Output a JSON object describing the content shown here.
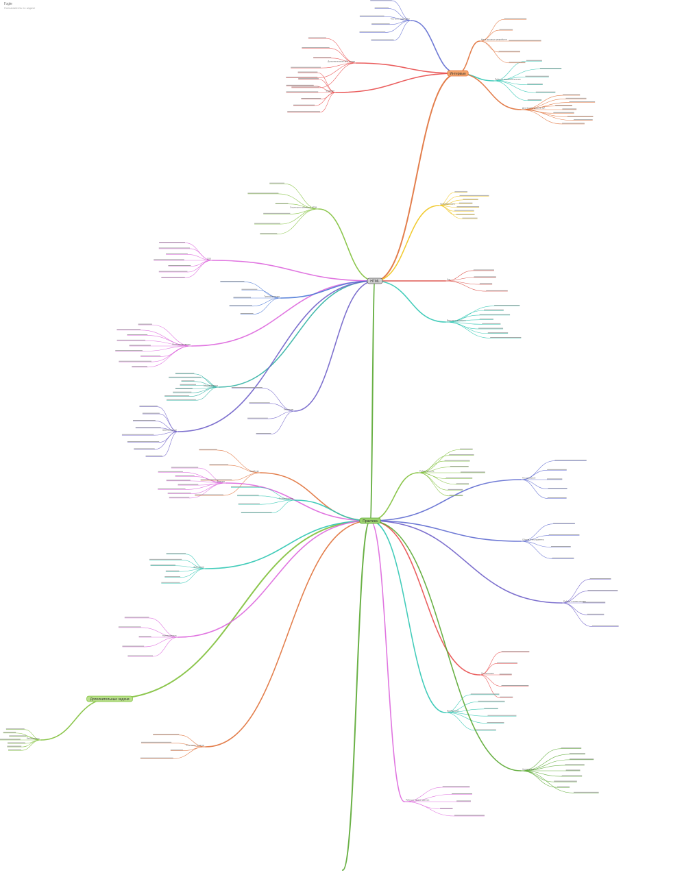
{
  "header": {
    "title": "Гоgle",
    "subtitle": "Пользователь по задаче"
  },
  "roots": [
    {
      "label": "Интервью",
      "color": "#e0713a",
      "fill": "#f4a46a"
    },
    {
      "label": "HTML",
      "color": "#666666",
      "fill": "#cfcfcf"
    },
    {
      "label": "Практика",
      "color": "#5aa832",
      "fill": "#9dd36f"
    },
    {
      "label": "Дополнительные задачи",
      "color": "#7fc03a",
      "fill": "#b9e08a"
    }
  ],
  "branches": [
    {
      "name": "Что-то не задавайте",
      "color": "#5f6bd0"
    },
    {
      "name": "Как в процессе разработки",
      "color": "#e0713a"
    },
    {
      "name": "Работа с эмоциональными",
      "color": "#2fc7b2"
    },
    {
      "name": "Достаточно уровень QA",
      "color": "#e0713a"
    },
    {
      "name": "Дополнительная SPA логики",
      "color": "#e84d4d"
    },
    {
      "name": "Будущее",
      "color": "#e84d4d"
    },
    {
      "name": "Структура страницы и HTML",
      "color": "#7fc03a"
    },
    {
      "name": "Основная часть",
      "color": "#f0c419"
    },
    {
      "name": "Код",
      "color": "#d9473e"
    },
    {
      "name": "Верстка и атрибуты",
      "color": "#2fc7b2"
    },
    {
      "name": "CSS",
      "color": "#dd66dd"
    },
    {
      "name": "Позиционирование",
      "color": "#dd66dd"
    },
    {
      "name": "Медиазапросы",
      "color": "#33b3a4"
    },
    {
      "name": "Трансформации",
      "color": "#4a78d6"
    },
    {
      "name": "Анимация",
      "color": "#6f60c9"
    },
    {
      "name": "Шаблонизация",
      "color": "#6f60c9"
    },
    {
      "name": "JavaScript",
      "color": "#e0713a"
    },
    {
      "name": "Функции",
      "color": "#dd66dd"
    },
    {
      "name": "Troubleshooting",
      "color": "#2fc7b2"
    },
    {
      "name": "Замыкания",
      "color": "#2fc7b2"
    },
    {
      "name": "Асинхронность",
      "color": "#dd66dd"
    },
    {
      "name": "Ключевые понятия",
      "color": "#e0713a"
    },
    {
      "name": "Работа с сетью",
      "color": "#7fc03a"
    },
    {
      "name": "Тестирование",
      "color": "#5f6bd0"
    },
    {
      "name": "Сборка и инструменты",
      "color": "#5f6bd0"
    },
    {
      "name": "Работа с хранилищами",
      "color": "#6f60c9"
    },
    {
      "name": "Оптимизация",
      "color": "#e84d4d"
    },
    {
      "name": "Фреймворки",
      "color": "#2fc7b2"
    },
    {
      "name": "Архитектура",
      "color": "#5aa832"
    },
    {
      "name": "Работа с базами данных",
      "color": "#dd66dd"
    },
    {
      "name": "Безопасность",
      "color": "#7fc03a"
    }
  ]
}
